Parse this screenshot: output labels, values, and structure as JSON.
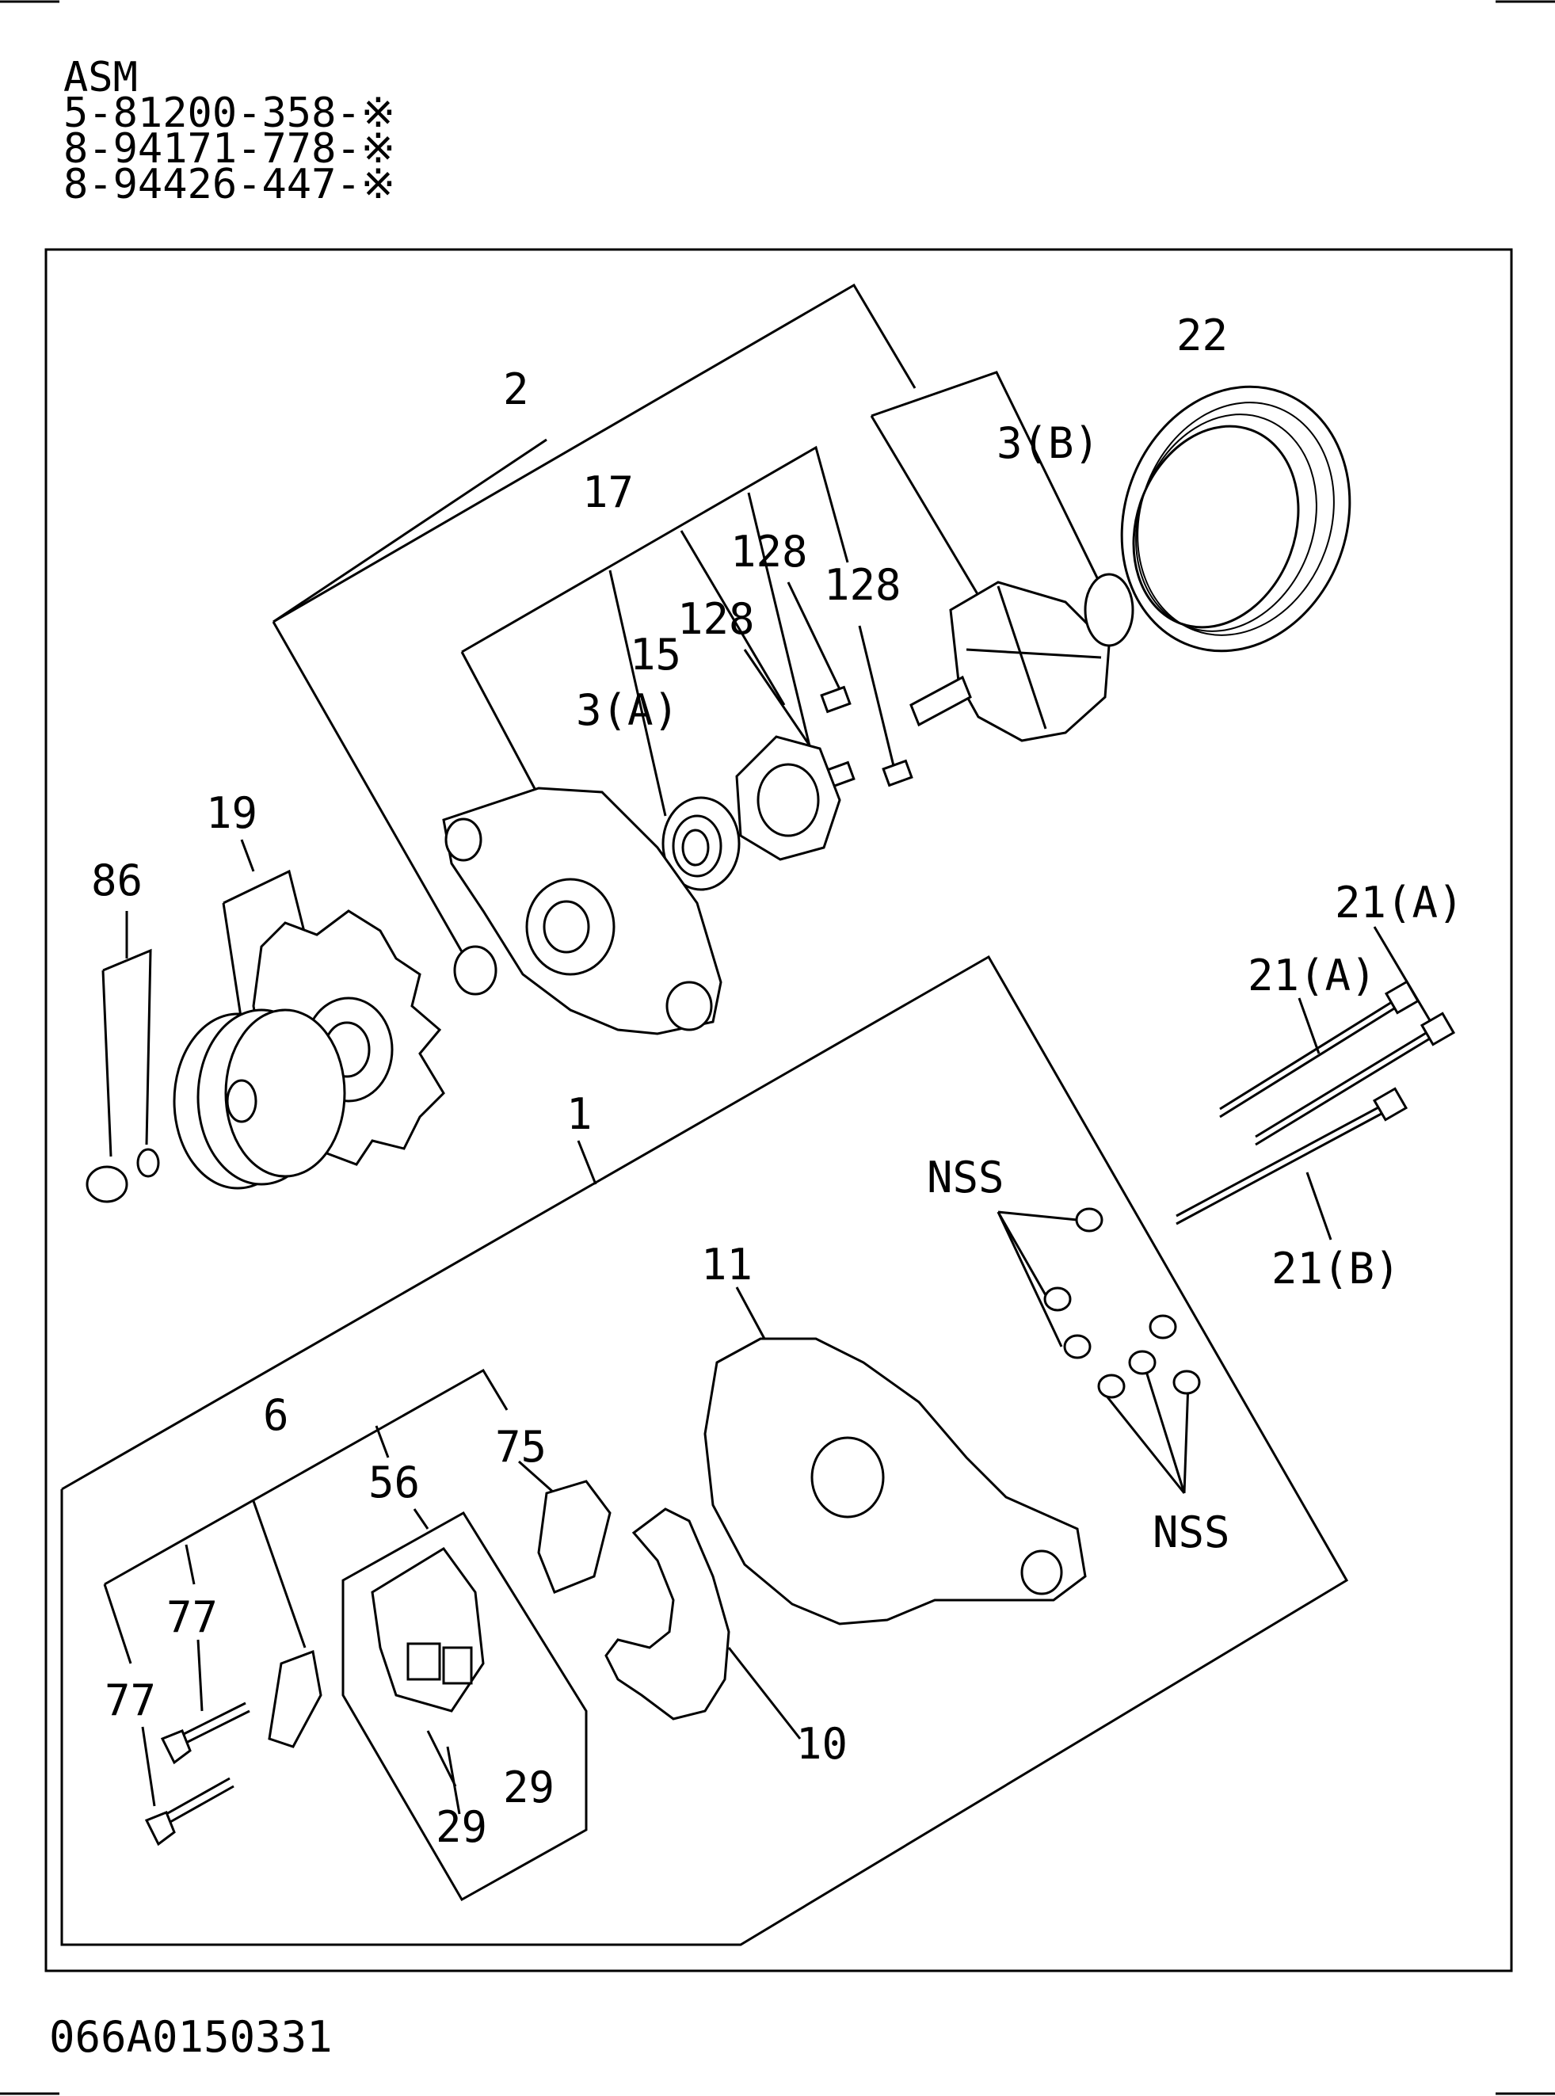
{
  "header": {
    "lines": [
      "ASM",
      "5-81200-358-※",
      "8-94171-778-※",
      "8-94426-447-※"
    ]
  },
  "footer": {
    "code": "066A0150331"
  },
  "callouts": {
    "c2": "2",
    "c22": "22",
    "c3b": "3(B)",
    "c17": "17",
    "c128a": "128",
    "c128b": "128",
    "c128c": "128",
    "c15": "15",
    "c3a": "3(A)",
    "c19": "19",
    "c86": "86",
    "c21a1": "21(A)",
    "c21a2": "21(A)",
    "c21b": "21(B)",
    "c1": "1",
    "cnss1": "NSS",
    "c11": "11",
    "cnss2": "NSS",
    "c6": "6",
    "c75": "75",
    "c56": "56",
    "c77a": "77",
    "c77b": "77",
    "c29a": "29",
    "c29b": "29",
    "c10": "10"
  }
}
